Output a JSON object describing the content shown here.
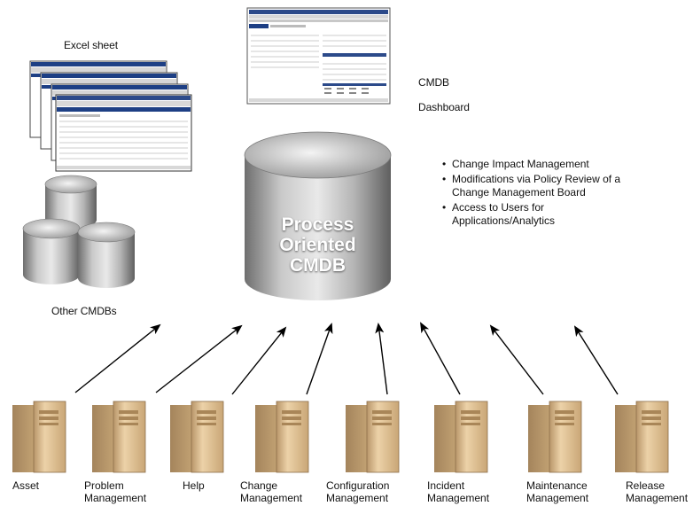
{
  "labels": {
    "excel_sheet": "Excel sheet",
    "dashboard_line1": "CMDB",
    "dashboard_line2": "Dashboard",
    "other_cmdbs": "Other CMDBs"
  },
  "main_database": {
    "line1": "Process",
    "line2": "Oriented",
    "line3": "CMDB"
  },
  "bullets": [
    "Change Impact Management",
    "Modifications via Policy Review of a Change Management Board",
    "Access to Users for Applications/Analytics"
  ],
  "sources": [
    {
      "line1": "Asset",
      "line2": ""
    },
    {
      "line1": "Problem",
      "line2": "Management"
    },
    {
      "line1": "Help",
      "line2": ""
    },
    {
      "line1": "Change",
      "line2": "Management"
    },
    {
      "line1": "Configuration",
      "line2": "Management"
    },
    {
      "line1": "Incident",
      "line2": "Management"
    },
    {
      "line1": "Maintenance",
      "line2": "Management"
    },
    {
      "line1": "Release",
      "line2": "Management"
    }
  ],
  "colors": {
    "server_body": "#e6c79a",
    "cylinder": "#9a9a9a",
    "arrow": "#000000"
  }
}
